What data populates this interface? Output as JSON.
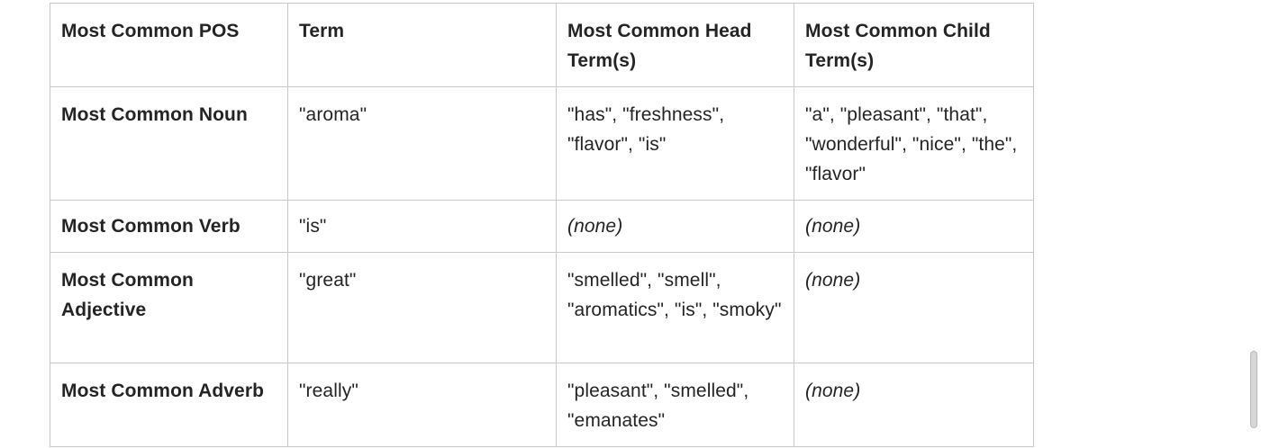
{
  "table": {
    "headers": [
      "Most Common POS",
      "Term",
      "Most Common Head Term(s)",
      "Most Common Child Term(s)"
    ],
    "rows": [
      {
        "pos": "Most Common Noun",
        "term": "\"aroma\"",
        "head": "\"has\", \"freshness\", \"flavor\", \"is\"",
        "child": "\"a\", \"pleasant\", \"that\", \"wonderful\", \"nice\", \"the\", \"flavor\""
      },
      {
        "pos": "Most Common Verb",
        "term": "\"is\"",
        "head": "(none)",
        "child": "(none)"
      },
      {
        "pos": "Most Common Adjective",
        "term": "\"great\"",
        "head": "\"smelled\", \"smell\", \"aromatics\", \"is\", \"smoky\"",
        "child": "(none)"
      },
      {
        "pos": "Most Common Adverb",
        "term": "\"really\"",
        "head": "\"pleasant\", \"smelled\", \"emanates\"",
        "child": "(none)"
      }
    ]
  }
}
